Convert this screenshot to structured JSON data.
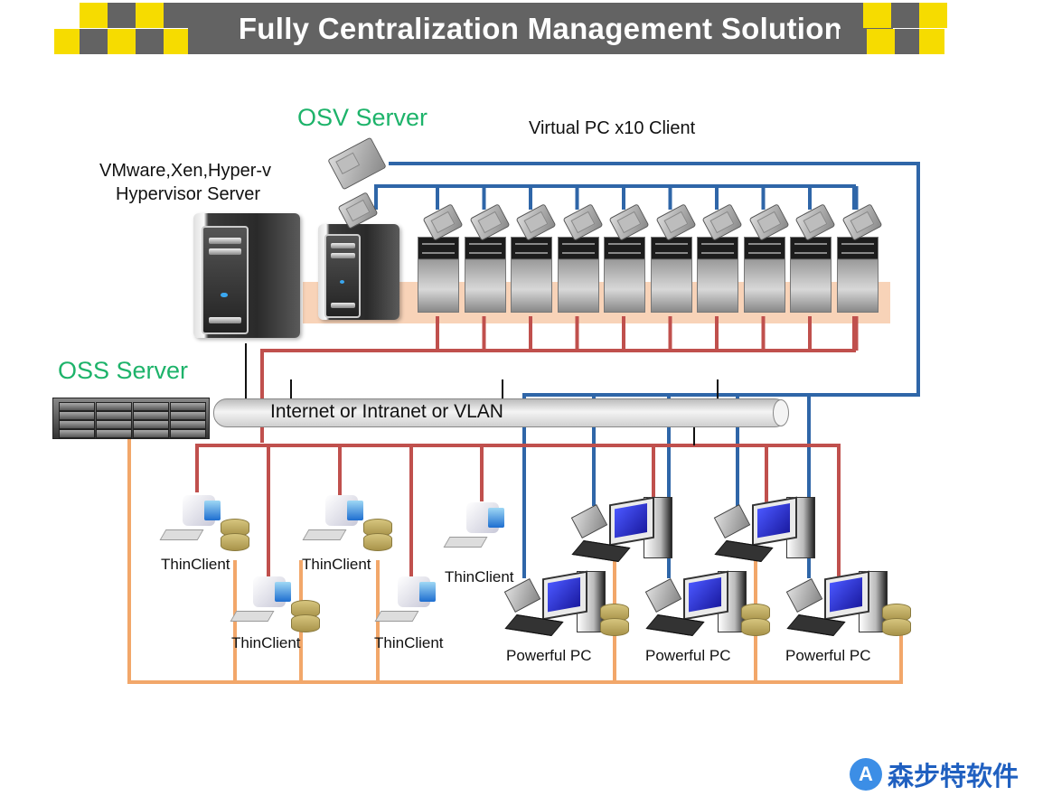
{
  "banner": {
    "title": "Fully Centralization Management Solution",
    "colors": {
      "bar": "#636363",
      "accent": "#f6dc00",
      "text": "#ffffff"
    }
  },
  "labels": {
    "osv_server": "OSV Server",
    "oss_server": "OSS  Server",
    "hypervisor_line1": "VMware,Xen,Hyper-v",
    "hypervisor_line2": "Hypervisor Server",
    "virtual_clients": "Virtual PC x10 Client",
    "network": "Internet or Intranet or VLAN"
  },
  "virtual_pcs": {
    "count": 10,
    "label": "Virtual PC"
  },
  "thin_clients": [
    {
      "label": "ThinClient",
      "has_storage": true
    },
    {
      "label": "ThinClient",
      "has_storage": true
    },
    {
      "label": "ThinClient",
      "has_storage": true
    },
    {
      "label": "ThinClient",
      "has_storage": false
    },
    {
      "label": "ThinClient",
      "has_storage": false
    }
  ],
  "powerful_pcs": [
    {
      "label": "Powerful PC",
      "has_storage": true
    },
    {
      "label": "Powerful PC",
      "has_storage": true
    },
    {
      "label": "Powerful PC",
      "has_storage": true
    },
    {
      "label": "",
      "has_storage": false
    },
    {
      "label": "",
      "has_storage": false
    }
  ],
  "link_colors": {
    "osv_boot": "#2f66a8",
    "lan": "#c0504d",
    "oss_storage": "#f2a76a",
    "uplink": "#111111"
  },
  "branding": {
    "text": "森步特软件",
    "color": "#2060c0"
  }
}
